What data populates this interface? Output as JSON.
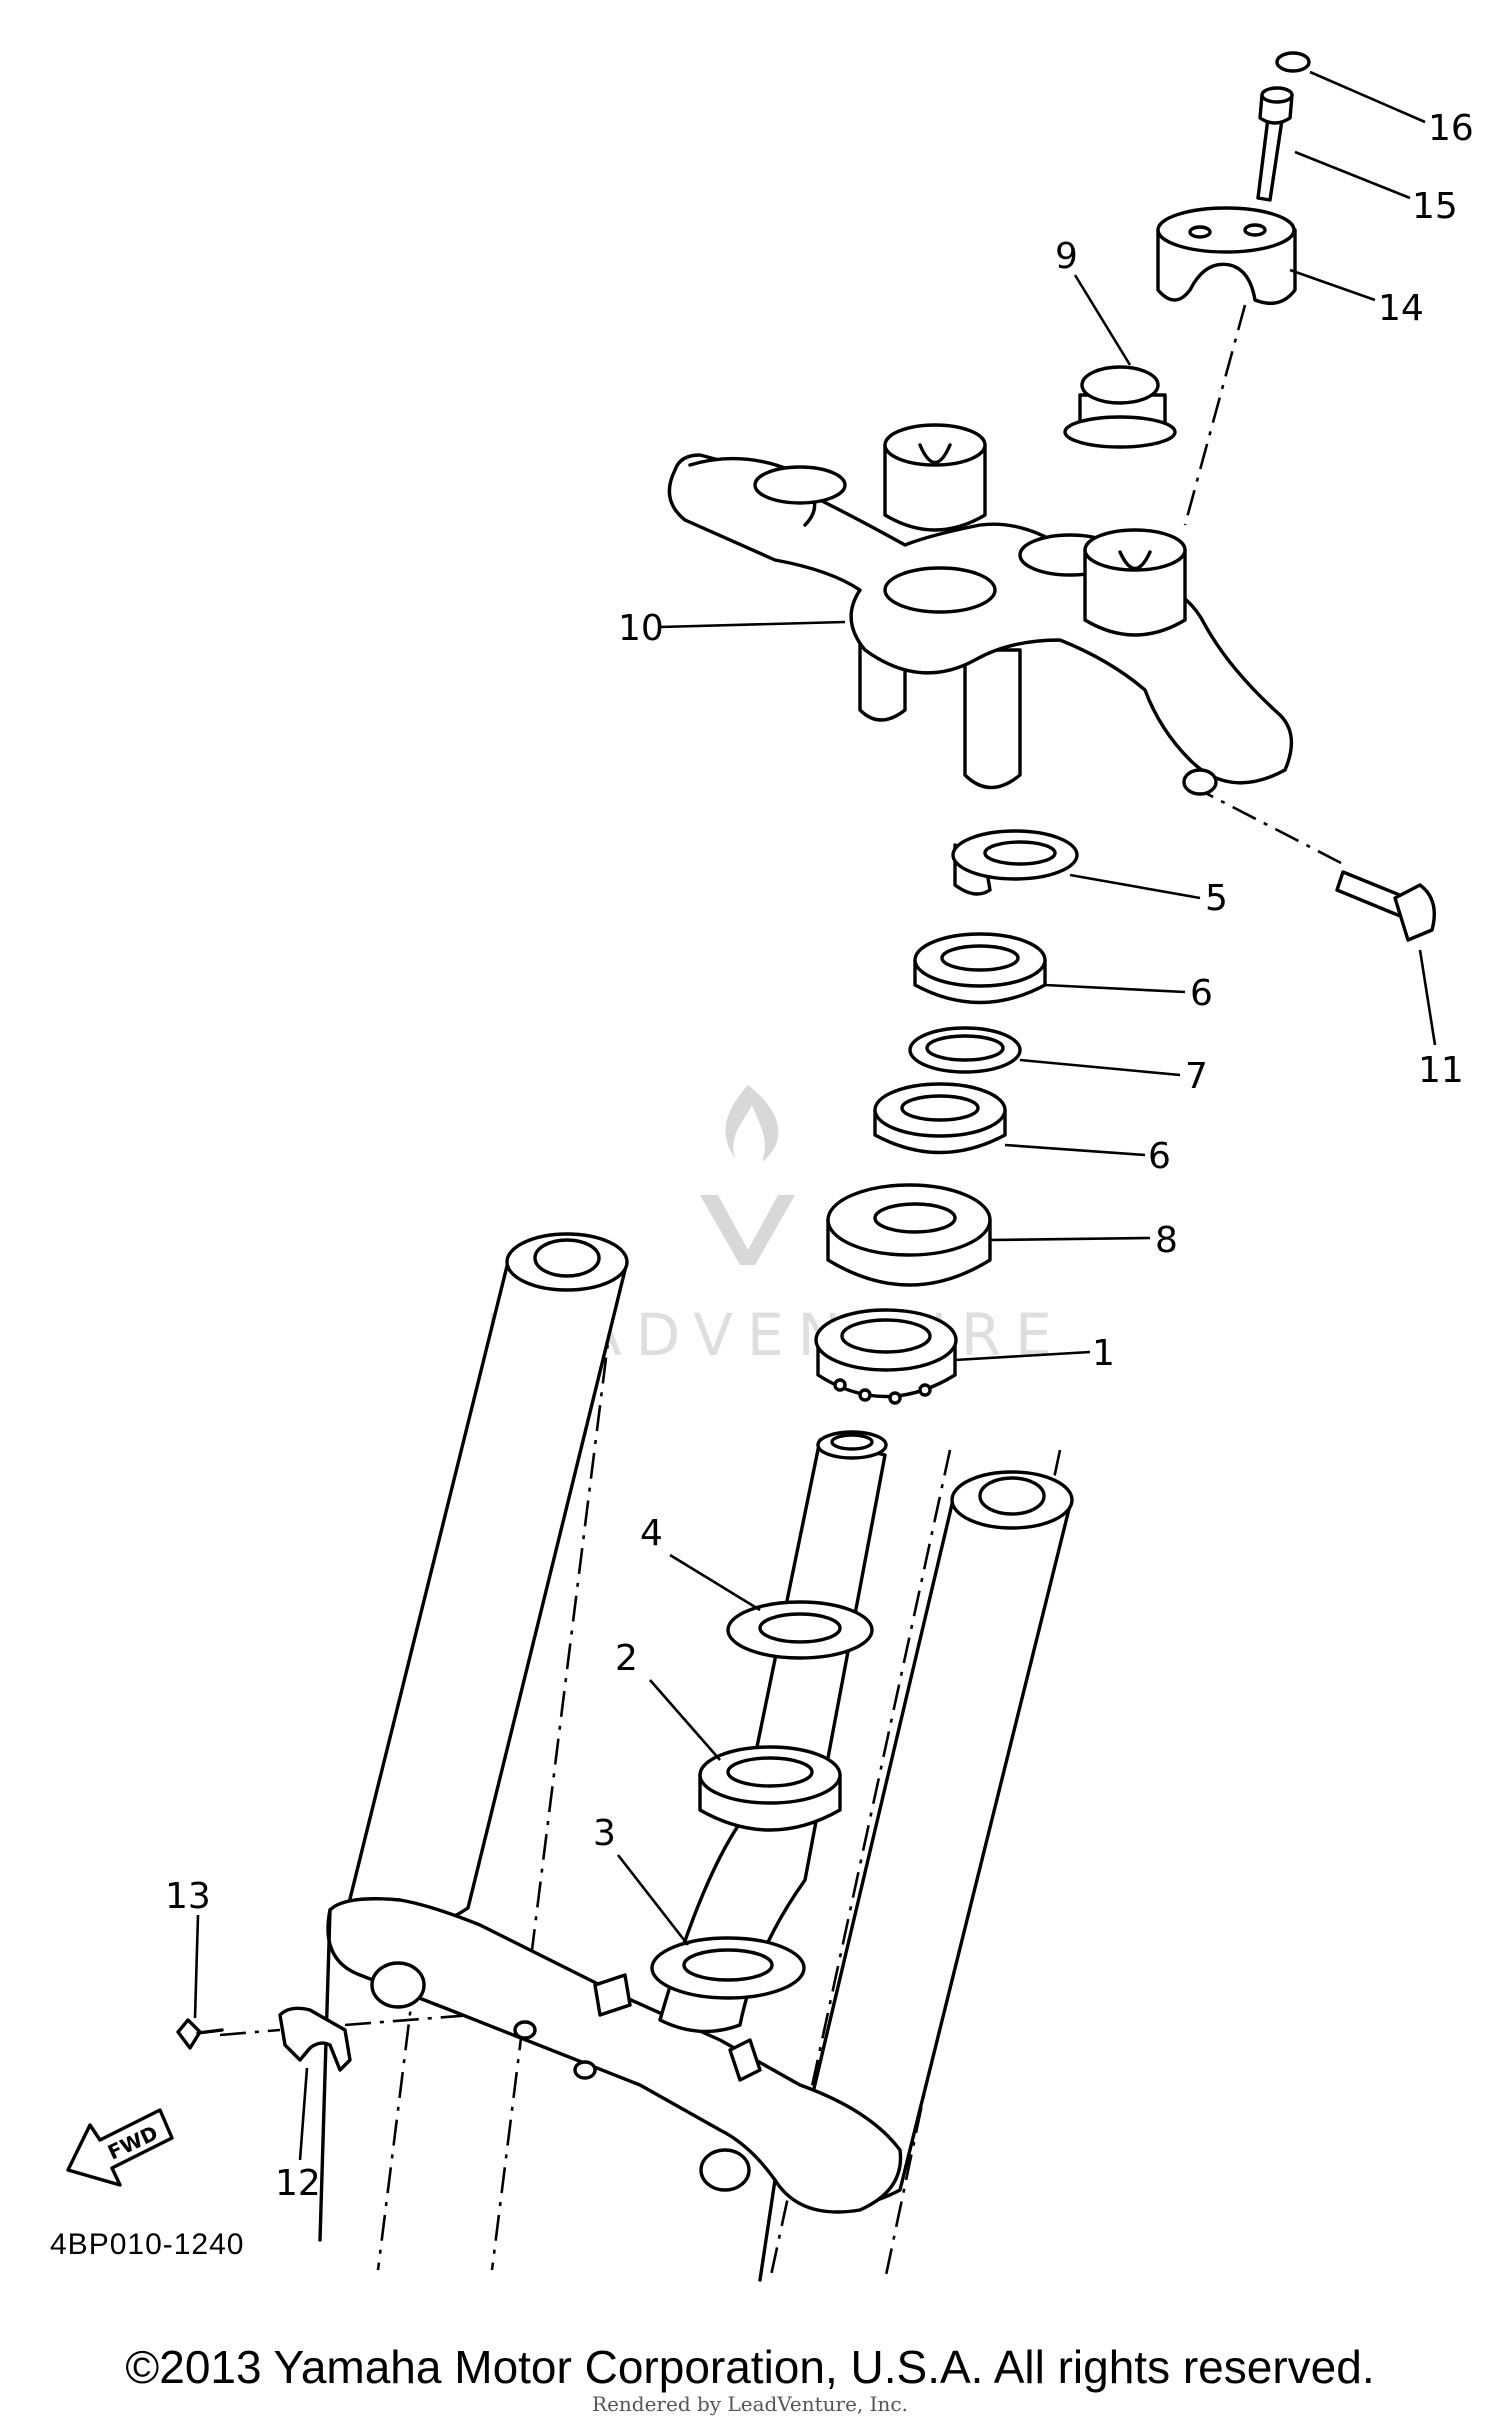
{
  "callouts": [
    "1",
    "2",
    "3",
    "4",
    "5",
    "6",
    "6",
    "7",
    "8",
    "9",
    "10",
    "11",
    "12",
    "13",
    "14",
    "15",
    "16"
  ],
  "diagram_code": "4BP010-1240",
  "fwd_label": "FWD",
  "copyright": "©2013 Yamaha Motor Corporation, U.S.A. All rights reserved.",
  "rendered_by": "Rendered by LeadVenture, Inc.",
  "watermark": "LEADVENTURE"
}
